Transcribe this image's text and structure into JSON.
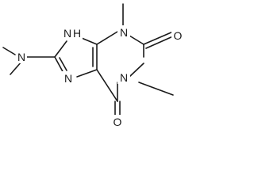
{
  "structure": {
    "labels": {
      "n_dimethylamino": "N",
      "n7": "N",
      "n9": "N",
      "n9_h": "H",
      "n3": "N",
      "n1": "N",
      "o2": "O",
      "o6": "O"
    }
  }
}
